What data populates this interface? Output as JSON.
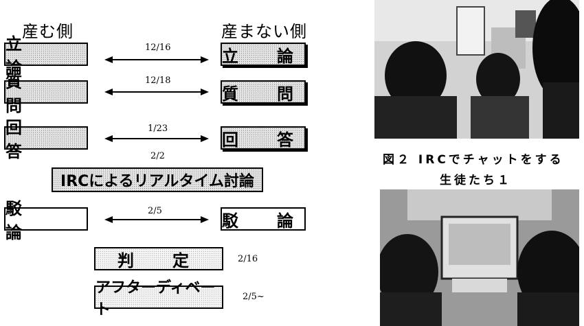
{
  "diagram": {
    "left_heading": "産む側",
    "right_heading": "産まない側",
    "rows": [
      {
        "left": "立　論",
        "right": "立　論",
        "date": "12/16"
      },
      {
        "left": "質　問",
        "right": "質　問",
        "date": "12/18"
      },
      {
        "left": "回　答",
        "right": "回　答",
        "date": "1/23"
      },
      {
        "left": "駁　論",
        "right": "駁　論",
        "date": "2/5"
      }
    ],
    "irc_date": "2/2",
    "irc_label": "IRCによるリアルタイム討論",
    "judgment_label": "判　定",
    "judgment_date": "2/16",
    "after_label": "アフターディベート",
    "after_date": "2/5~"
  },
  "figure": {
    "caption_line1": "図２ IRCでチャットをする",
    "caption_line2": "生徒たち１"
  }
}
